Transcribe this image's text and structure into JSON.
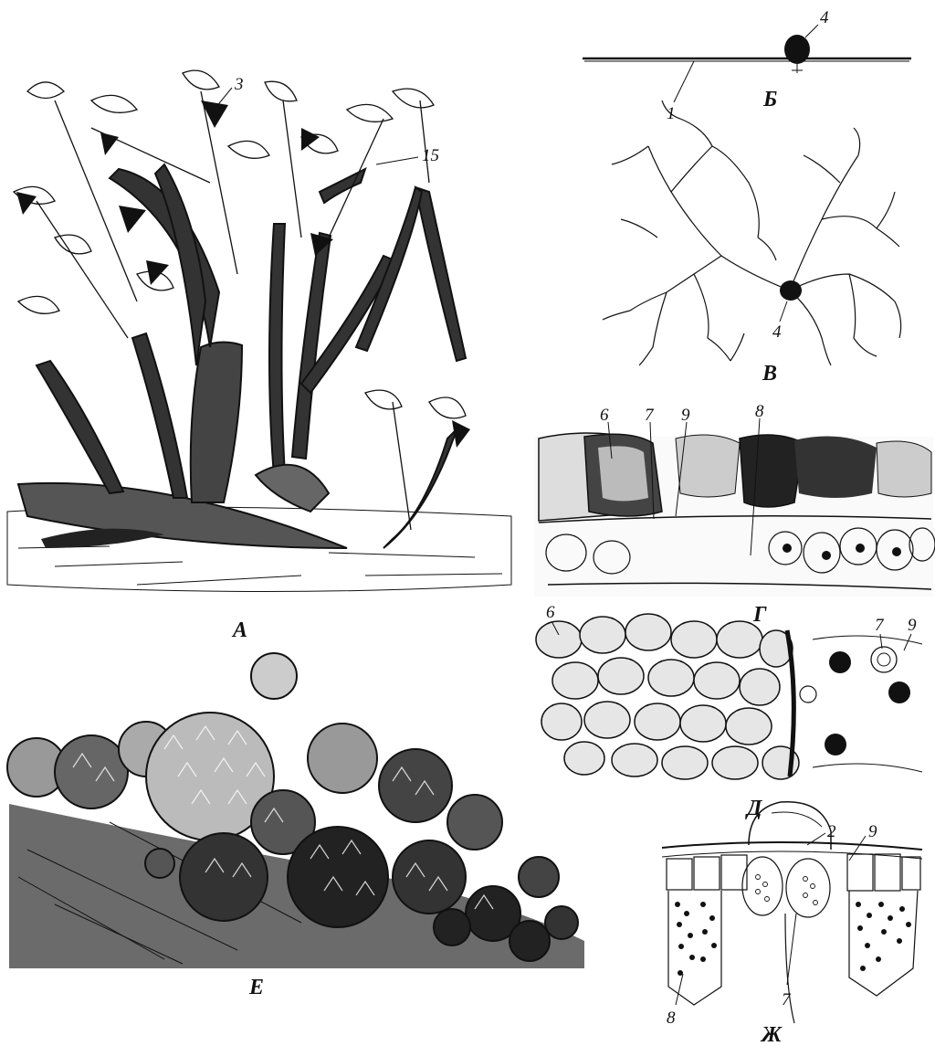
{
  "figure": {
    "panels": {
      "A": {
        "letter": "А",
        "callouts": [
          "3",
          "15"
        ]
      },
      "B": {
        "letter": "Б",
        "callouts": [
          "4",
          "1"
        ]
      },
      "V": {
        "letter": "В",
        "callouts": [
          "4"
        ]
      },
      "G": {
        "letter": "Г",
        "callouts": [
          "6",
          "7",
          "9",
          "8"
        ]
      },
      "D": {
        "letter": "Д",
        "callouts": [
          "6",
          "7",
          "9"
        ]
      },
      "E": {
        "letter": "Е",
        "callouts": []
      },
      "Zh": {
        "letter": "Ж",
        "callouts": [
          "2",
          "9",
          "7",
          "8"
        ]
      }
    }
  },
  "colors": {
    "ink": "#111111",
    "paper": "#ffffff"
  }
}
